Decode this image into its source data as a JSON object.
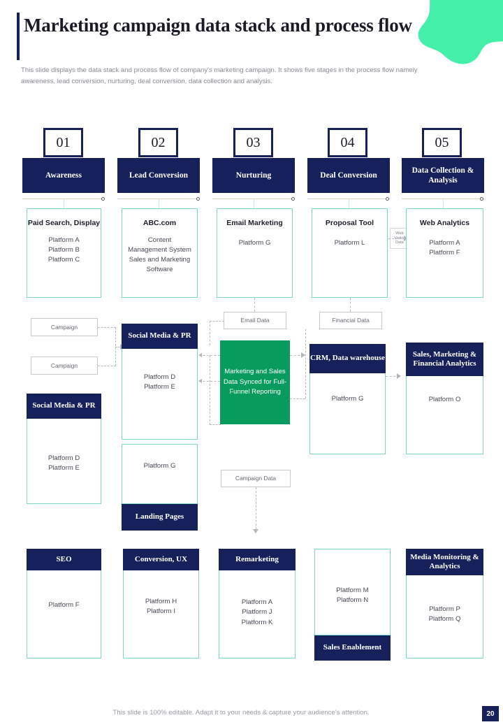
{
  "header": {
    "title": "Marketing campaign data stack and process flow",
    "subtitle": "This slide displays the data stack and process flow of company's marketing campaign. It shows five stages in the process flow namely awareness, lead conversion, nurturing, deal conversion, data collection and analysis."
  },
  "colors": {
    "navy": "#16205a",
    "green": "#079c5d",
    "mint": "#44efaa",
    "teal_border": "#7fd8c4",
    "text_gray": "#8a8a96"
  },
  "stages": [
    {
      "number": "01",
      "title": "Awareness",
      "box_head": "Paid Search, Display",
      "box_body": "Platform A\nPlatform B\nPlatform C"
    },
    {
      "number": "02",
      "title": "Lead Conversion",
      "box_head": "ABC.com",
      "box_body": "Content Management System\nSales and Marketing Software"
    },
    {
      "number": "03",
      "title": "Nurturing",
      "box_head": "Email Marketing",
      "box_body": "Platform G"
    },
    {
      "number": "04",
      "title": "Deal Conversion",
      "box_head": "Proposal Tool",
      "box_body": "Platform L"
    },
    {
      "number": "05",
      "title": "Data Collection & Analysis",
      "box_head": "Web Analytics",
      "box_body": "Platform A\nPlatform F"
    }
  ],
  "connector_labels": {
    "web_visitor_data": "Web Visitor Data",
    "campaign_1": "Campaign",
    "campaign_2": "Campaign",
    "email_data": "Email Data",
    "financial_data": "Financial Data",
    "campaign_data": "Campaign  Data"
  },
  "cards": {
    "social_media_pr_main": {
      "title": "Social Media & PR",
      "body": "Platform D\nPlatform E"
    },
    "social_media_pr_left": {
      "title": "Social Media & PR",
      "body": "Platform D\nPlatform E"
    },
    "landing_pages": {
      "title": "Landing Pages",
      "body": "Platform G"
    },
    "marketing_sales_sync": {
      "body": "Marketing and Sales\nData Synced for Full- Funnel Reporting"
    },
    "crm_data_warehouse": {
      "title": "CRM, Data warehouse",
      "body": "Platform G"
    },
    "sales_marketing_financial": {
      "title": "Sales, Marketing & Financial Analytics",
      "body": "Platform O"
    },
    "seo": {
      "title": "SEO",
      "body": "Platform F"
    },
    "conversion_ux": {
      "title": "Conversion, UX",
      "body": "Platform H\nPlatform I"
    },
    "remarketing": {
      "title": "Remarketing",
      "body": "Platform A\nPlatform J\nPlatform K"
    },
    "sales_enablement": {
      "title": "Sales Enablement",
      "body": "Platform M\nPlatform N"
    },
    "media_monitoring": {
      "title": "Media Monitoring & Analytics",
      "body": "Platform P\nPlatform Q"
    }
  },
  "footer": {
    "note": "This slide is 100% editable. Adapt it to your needs & capture your audience's attention.",
    "page_number": "20"
  }
}
